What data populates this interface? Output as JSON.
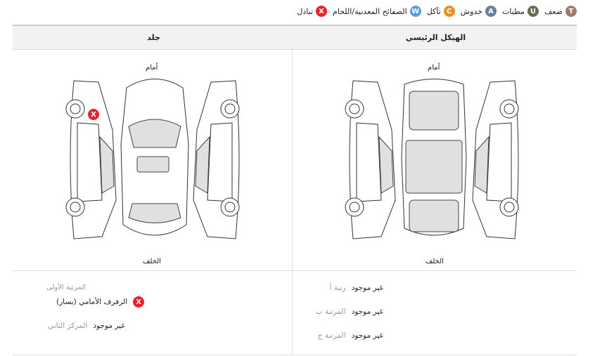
{
  "legend": [
    {
      "code": "T",
      "label": "ضعف",
      "color": "#a07a6a"
    },
    {
      "code": "U",
      "label": "مطبات",
      "color": "#6b6e55"
    },
    {
      "code": "A",
      "label": "خدوش",
      "color": "#6a7e9a"
    },
    {
      "code": "C",
      "label": "تآكل",
      "color": "#e8921f"
    },
    {
      "code": "W",
      "label": "الصفائح المعدنية/اللحام",
      "color": "#5a9be0"
    },
    {
      "code": "X",
      "label": "تبادل",
      "color": "#e8242a"
    }
  ],
  "headers": {
    "skin": "جلد",
    "frame": "الهيكل الرئيسي"
  },
  "diagram": {
    "front": "أمام",
    "back": "الخلف"
  },
  "skin": {
    "rank1_label": "المرتبة الأولى",
    "rank1_item": "الرفرف الأمامي (يسار)",
    "rank1_code": "X",
    "rank2_label": "المركز الثاني",
    "rank2_value": "غير موجود"
  },
  "frame": [
    {
      "label": "رتبة أ",
      "value": "غير موجود"
    },
    {
      "label": "المرتبة ب",
      "value": "غير موجود"
    },
    {
      "label": "المرتبة ج",
      "value": "غير موجود"
    }
  ]
}
